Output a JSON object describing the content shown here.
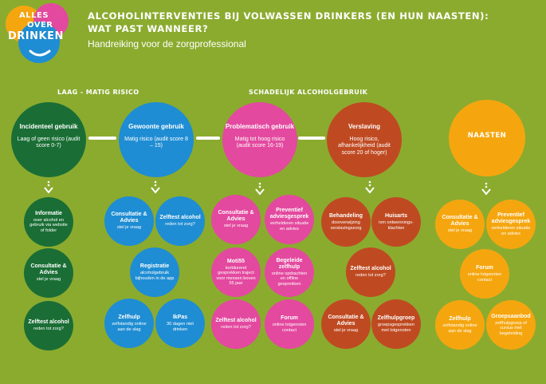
{
  "logo": {
    "line1": "ALLES",
    "line2": "OVER",
    "line3": "DRINKEN",
    "colors": [
      "#f5a60f",
      "#e3499f",
      "#1f8dd3"
    ]
  },
  "header": {
    "title_line1": "ALCOHOLINTERVENTIES BIJ VOLWASSEN DRINKERS (EN HUN NAASTEN):",
    "title_line2": "WAT PAST WANNEER?",
    "subtitle": "Handreiking voor de zorgprofessional"
  },
  "sections": {
    "left": "LAAG - MATIG RISICO",
    "right": "SCHADELIJK ALCOHOLGEBRUIK"
  },
  "colors": {
    "background": "#8bab2f",
    "dark_green": "#1a6e35",
    "blue": "#1f8dd3",
    "pink": "#e3499f",
    "rust": "#bf4a22",
    "yellow": "#f5a60f"
  },
  "columns": [
    {
      "main": {
        "title": "Incidenteel gebruik",
        "sub": "Laag of geen risico (audit score 0-7)"
      },
      "items": [
        {
          "title": "Informatie",
          "sub": "over alcohol en gebruik via website of folder"
        },
        {
          "title": "Consultatie & Advies",
          "sub": "stel je vraag"
        },
        {
          "title": "Zelftest alcohol",
          "sub": "reden tot zorg?"
        }
      ]
    },
    {
      "main": {
        "title": "Gewoonte gebruik",
        "sub": "Matig risico (audit score 8 – 15)"
      },
      "items": [
        {
          "title": "Consultatie & Advies",
          "sub": "stel je vraag"
        },
        {
          "title": "Zelftest alcohol",
          "sub": "reden tot zorg?"
        },
        {
          "title": "Registratie",
          "sub": "alcoholgebruik bijhouden in de app"
        },
        {
          "title": "Zelfhulp",
          "sub": "zelfstandig online aan de slag"
        },
        {
          "title": "IkPas",
          "sub": "30 dagen niet drinken"
        }
      ]
    },
    {
      "main": {
        "title": "Problematisch gebruik",
        "sub": "Matig tot hoog risico (audit score 16-19)"
      },
      "items": [
        {
          "title": "Consultatie & Advies",
          "sub": "stel je vraag"
        },
        {
          "title": "Preventief adviesgesprek",
          "sub": "verhelderen situatie en advies"
        },
        {
          "title": "Moti55",
          "sub": "kortdurend gesprekken traject voor mensen boven 55 jaar"
        },
        {
          "title": "Begeleide zelfhulp",
          "sub": "online opdrachten en offline gesprekken"
        },
        {
          "title": "Zelftest alcohol",
          "sub": "reden tot zorg?"
        },
        {
          "title": "Forum",
          "sub": "online lotgenoten contact"
        }
      ]
    },
    {
      "main": {
        "title": "Verslaving",
        "sub": "Hoog risico, afhankelijkheid (audit score 20 of hoger)"
      },
      "items": [
        {
          "title": "Behandeling",
          "sub": "doorverwijzing verslavingszorg"
        },
        {
          "title": "Huisarts",
          "sub": "ivm ontwennings-klachten"
        },
        {
          "title": "Zelftest alcohol",
          "sub": "reden tot zorg?"
        },
        {
          "title": "Consultatie & Advies",
          "sub": "stel je vraag"
        },
        {
          "title": "Zelfhulpgroep",
          "sub": "groepsgesprekken met lotgenoten"
        }
      ]
    },
    {
      "main": {
        "title": "NAASTEN"
      },
      "items": [
        {
          "title": "Consultatie & Advies",
          "sub": "stel je vraag"
        },
        {
          "title": "Preventief adviesgesprek",
          "sub": "verhelderen situatie en advies"
        },
        {
          "title": "Forum",
          "sub": "online lotgenoten contact"
        },
        {
          "title": "Zelfhulp",
          "sub": "zelfstandig online aan de slag"
        },
        {
          "title": "Groepsaanbod",
          "sub": "zelfhulpgroep of cursus met begeleiding"
        }
      ]
    }
  ]
}
